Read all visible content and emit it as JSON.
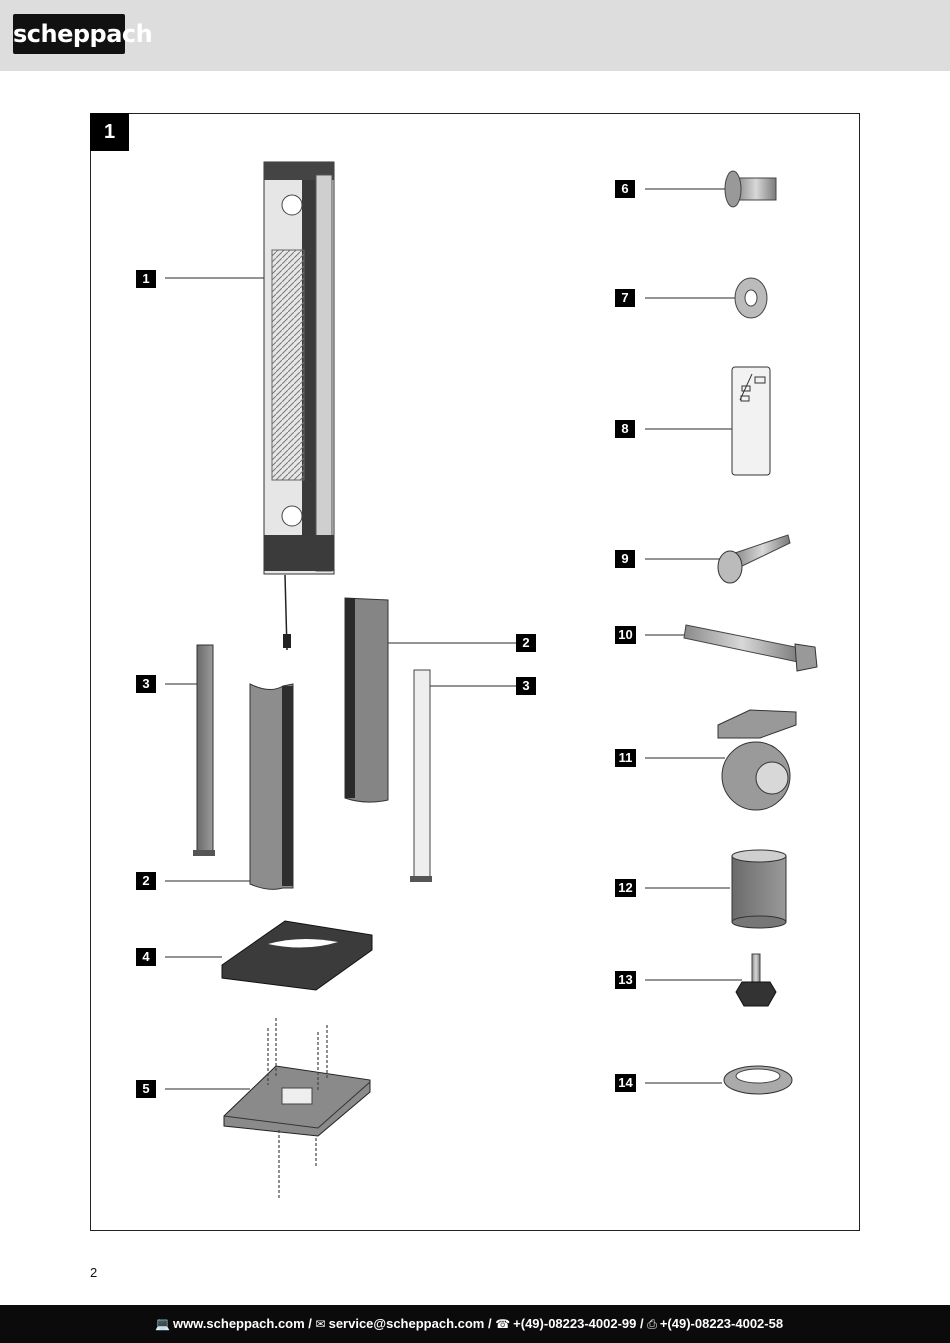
{
  "header": {
    "logo_text": "scheppach"
  },
  "figure": {
    "number": "1",
    "labels": {
      "l1": "1",
      "l2a": "2",
      "l2b": "2",
      "l3a": "3",
      "l3b": "3",
      "l4": "4",
      "l5": "5",
      "l6": "6",
      "l7": "7",
      "l8": "8",
      "l9": "9",
      "l10": "10",
      "l11": "11",
      "l12": "12",
      "l13": "13",
      "l14": "14"
    }
  },
  "page_number": "2",
  "footer": {
    "web_icon": "computer-icon",
    "web": "www.scheppach.com /",
    "mail_icon": "envelope-icon",
    "email": "service@scheppach.com /",
    "phone_icon": "telephone-icon",
    "phone": "+(49)-08223-4002-99 /",
    "fax_icon": "fax-icon",
    "fax": "+(49)-08223-4002-58"
  }
}
